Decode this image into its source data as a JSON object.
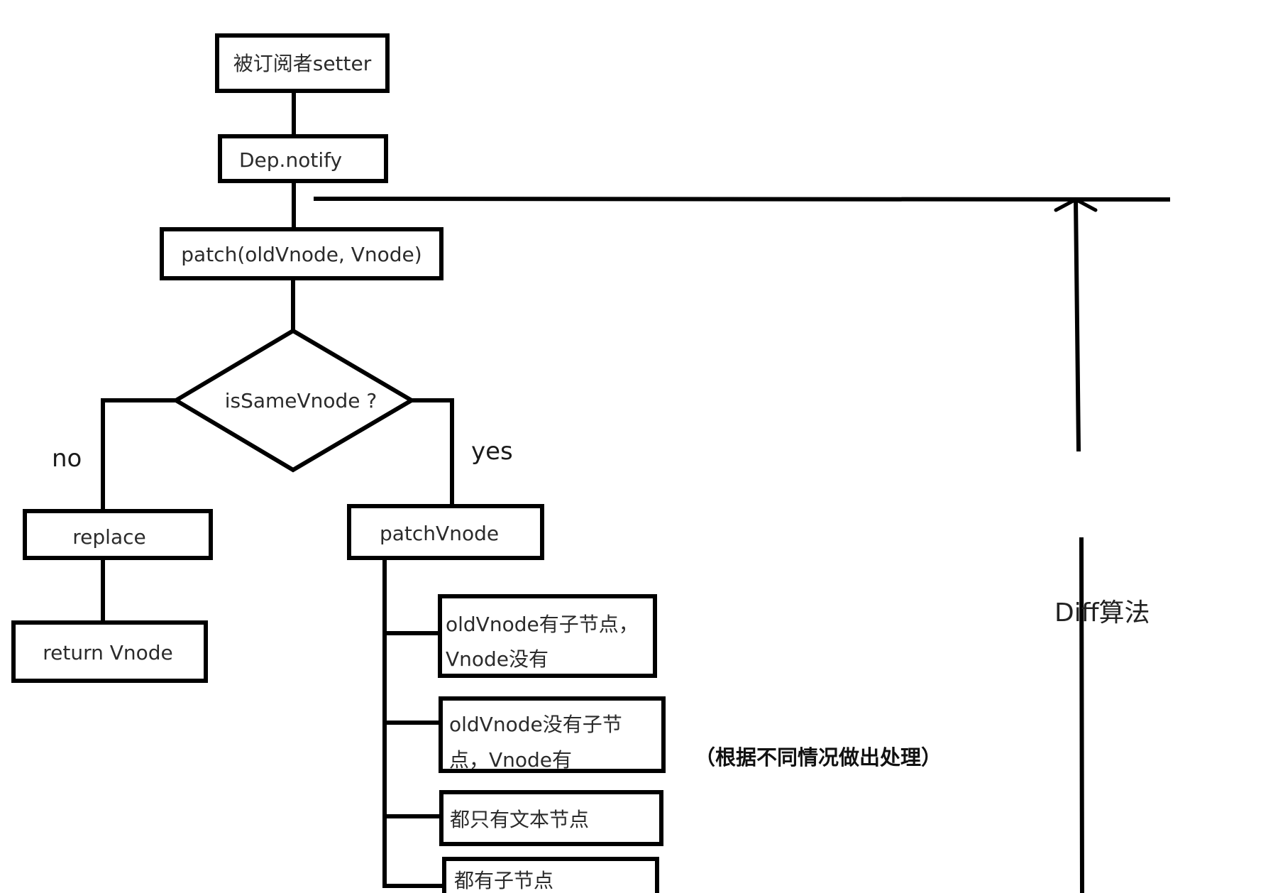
{
  "diagram": {
    "nodes": {
      "setter": "被订阅者setter",
      "notify": "Dep.notify",
      "patch": "patch(oldVnode, Vnode)",
      "decision": "isSameVnode ?",
      "replace": "replace",
      "return_vnode": "return Vnode",
      "patch_vnode": "patchVnode",
      "case1": [
        "oldVnode有子节点，",
        "Vnode没有"
      ],
      "case2": [
        "oldVnode没有子节",
        "点，Vnode有"
      ],
      "case3": "都只有文本节点",
      "case4": "都有子节点"
    },
    "edge_labels": {
      "no": "no",
      "yes": "yes"
    },
    "annotations": {
      "cases_note": "（根据不同情况做出处理）",
      "diff_label": "Diff算法"
    },
    "colors": {
      "stroke": "#000000",
      "background": "#ffffff",
      "text": "#2b2b2b"
    }
  }
}
